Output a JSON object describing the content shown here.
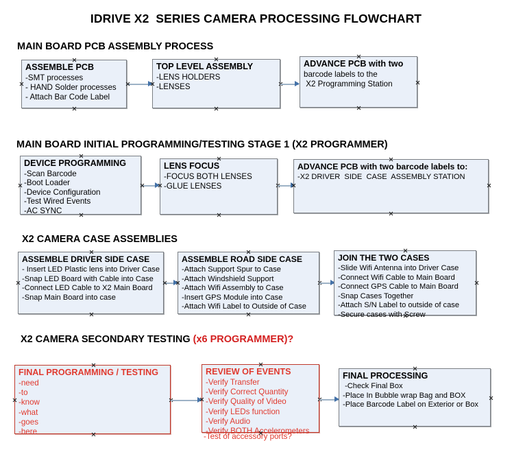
{
  "document": {
    "title": "IDRIVE X2  SERIES CAMERA PROCESSING FLOWCHART"
  },
  "sections": [
    {
      "id": "main-board-pcb-assembly-process",
      "header": "MAIN BOARD PCB ASSEMBLY PROCESS",
      "header_accent": ""
    },
    {
      "id": "main-board-initial-programming",
      "header": "MAIN BOARD INITIAL PROGRAMMING/TESTING STAGE 1 (X2 PROGRAMMER)",
      "header_accent": ""
    },
    {
      "id": "x2-camera-case-assemblies",
      "header": "X2 CAMERA CASE ASSEMBLIES",
      "header_accent": ""
    },
    {
      "id": "x2-camera-secondary-testing",
      "header": "X2 CAMERA SECONDARY TESTING ",
      "header_accent": "(x6 PROGRAMMER)?"
    }
  ],
  "boxes": [
    {
      "id": "assemble-pcb",
      "title": "ASSEMBLE PCB",
      "lines": [
        "-SMT processes",
        "- HAND Solder processes",
        "- Attach Bar Code Label"
      ]
    },
    {
      "id": "top-level-assembly",
      "title": "TOP LEVEL ASSEMBLY",
      "lines": [
        "-LENS HOLDERS",
        "-LENSES"
      ]
    },
    {
      "id": "advance-pcb-programming-station",
      "title": "ADVANCE PCB with two",
      "lines": [
        "barcode labels to the",
        " X2 Programming Station"
      ]
    },
    {
      "id": "device-programming",
      "title": "DEVICE PROGRAMMING",
      "lines": [
        "-Scan Barcode",
        "-Boot Loader",
        "-Device Configuration",
        "-Test Wired Events",
        "-AC SYNC"
      ]
    },
    {
      "id": "lens-focus",
      "title": "LENS FOCUS",
      "lines": [
        "-FOCUS BOTH LENSES",
        "-GLUE LENSES"
      ]
    },
    {
      "id": "advance-pcb-driver-side-case",
      "title": "ADVANCE PCB with two barcode labels to:",
      "lines": [
        "-X2 DRIVER  SIDE  CASE  ASSEMBLY STATION"
      ]
    },
    {
      "id": "assemble-driver-side-case",
      "title": "ASSEMBLE DRIVER SIDE CASE",
      "lines": [
        "- Insert LED Plastic lens into Driver Case",
        "-Snap LED Board with Cable into Case",
        "-Connect LED Cable to X2 Main Board",
        "-Snap Main Board into case"
      ]
    },
    {
      "id": "assemble-road-side-case",
      "title": "ASSEMBLE ROAD SIDE CASE",
      "lines": [
        "-Attach Support Spur to Case",
        "-Attach Windshield Support",
        "-Attach Wifi Assembly to Case",
        "-Insert GPS Module into Case",
        "-Attach Wifi Label to Outside of Case"
      ]
    },
    {
      "id": "join-the-two-cases",
      "title": "JOIN THE TWO CASES",
      "lines": [
        "-Slide Wifi Antenna into Driver Case",
        "-Connect Wifi Cable to Main Board",
        "-Connect GPS Cable to Main Board",
        "-Snap Cases Together",
        "-Attach S/N Label to outside of case",
        "-Secure cases with Screw"
      ]
    },
    {
      "id": "final-programming-testing",
      "title": "FINAL PROGRAMMING / TESTING",
      "lines": [
        "-need",
        "-to",
        "-know",
        "-what",
        "-goes",
        "-here"
      ]
    },
    {
      "id": "review-of-events",
      "title": "REVIEW OF EVENTS",
      "lines": [
        "-Verify Transfer",
        "-Verify Correct Quantity",
        "-Verify Quality of Video",
        "-Verify LEDs function",
        "-Verify Audio",
        "-Verify BOTH Accelerometers"
      ],
      "overflow_line": "-Test of accessory ports?"
    },
    {
      "id": "final-processing",
      "title": "FINAL PROCESSING",
      "lines": [
        " -Check Final Box",
        "-Place In Bubble wrap Bag and BOX",
        "-Place Barcode Label on Exterior or Box"
      ]
    }
  ],
  "colors": {
    "box_fill": "#eaf0f9",
    "box_border": "#7b7f84",
    "red_accent": "#e03a2f",
    "connector": "#9db2c6",
    "arrowhead": "#4472a8"
  }
}
